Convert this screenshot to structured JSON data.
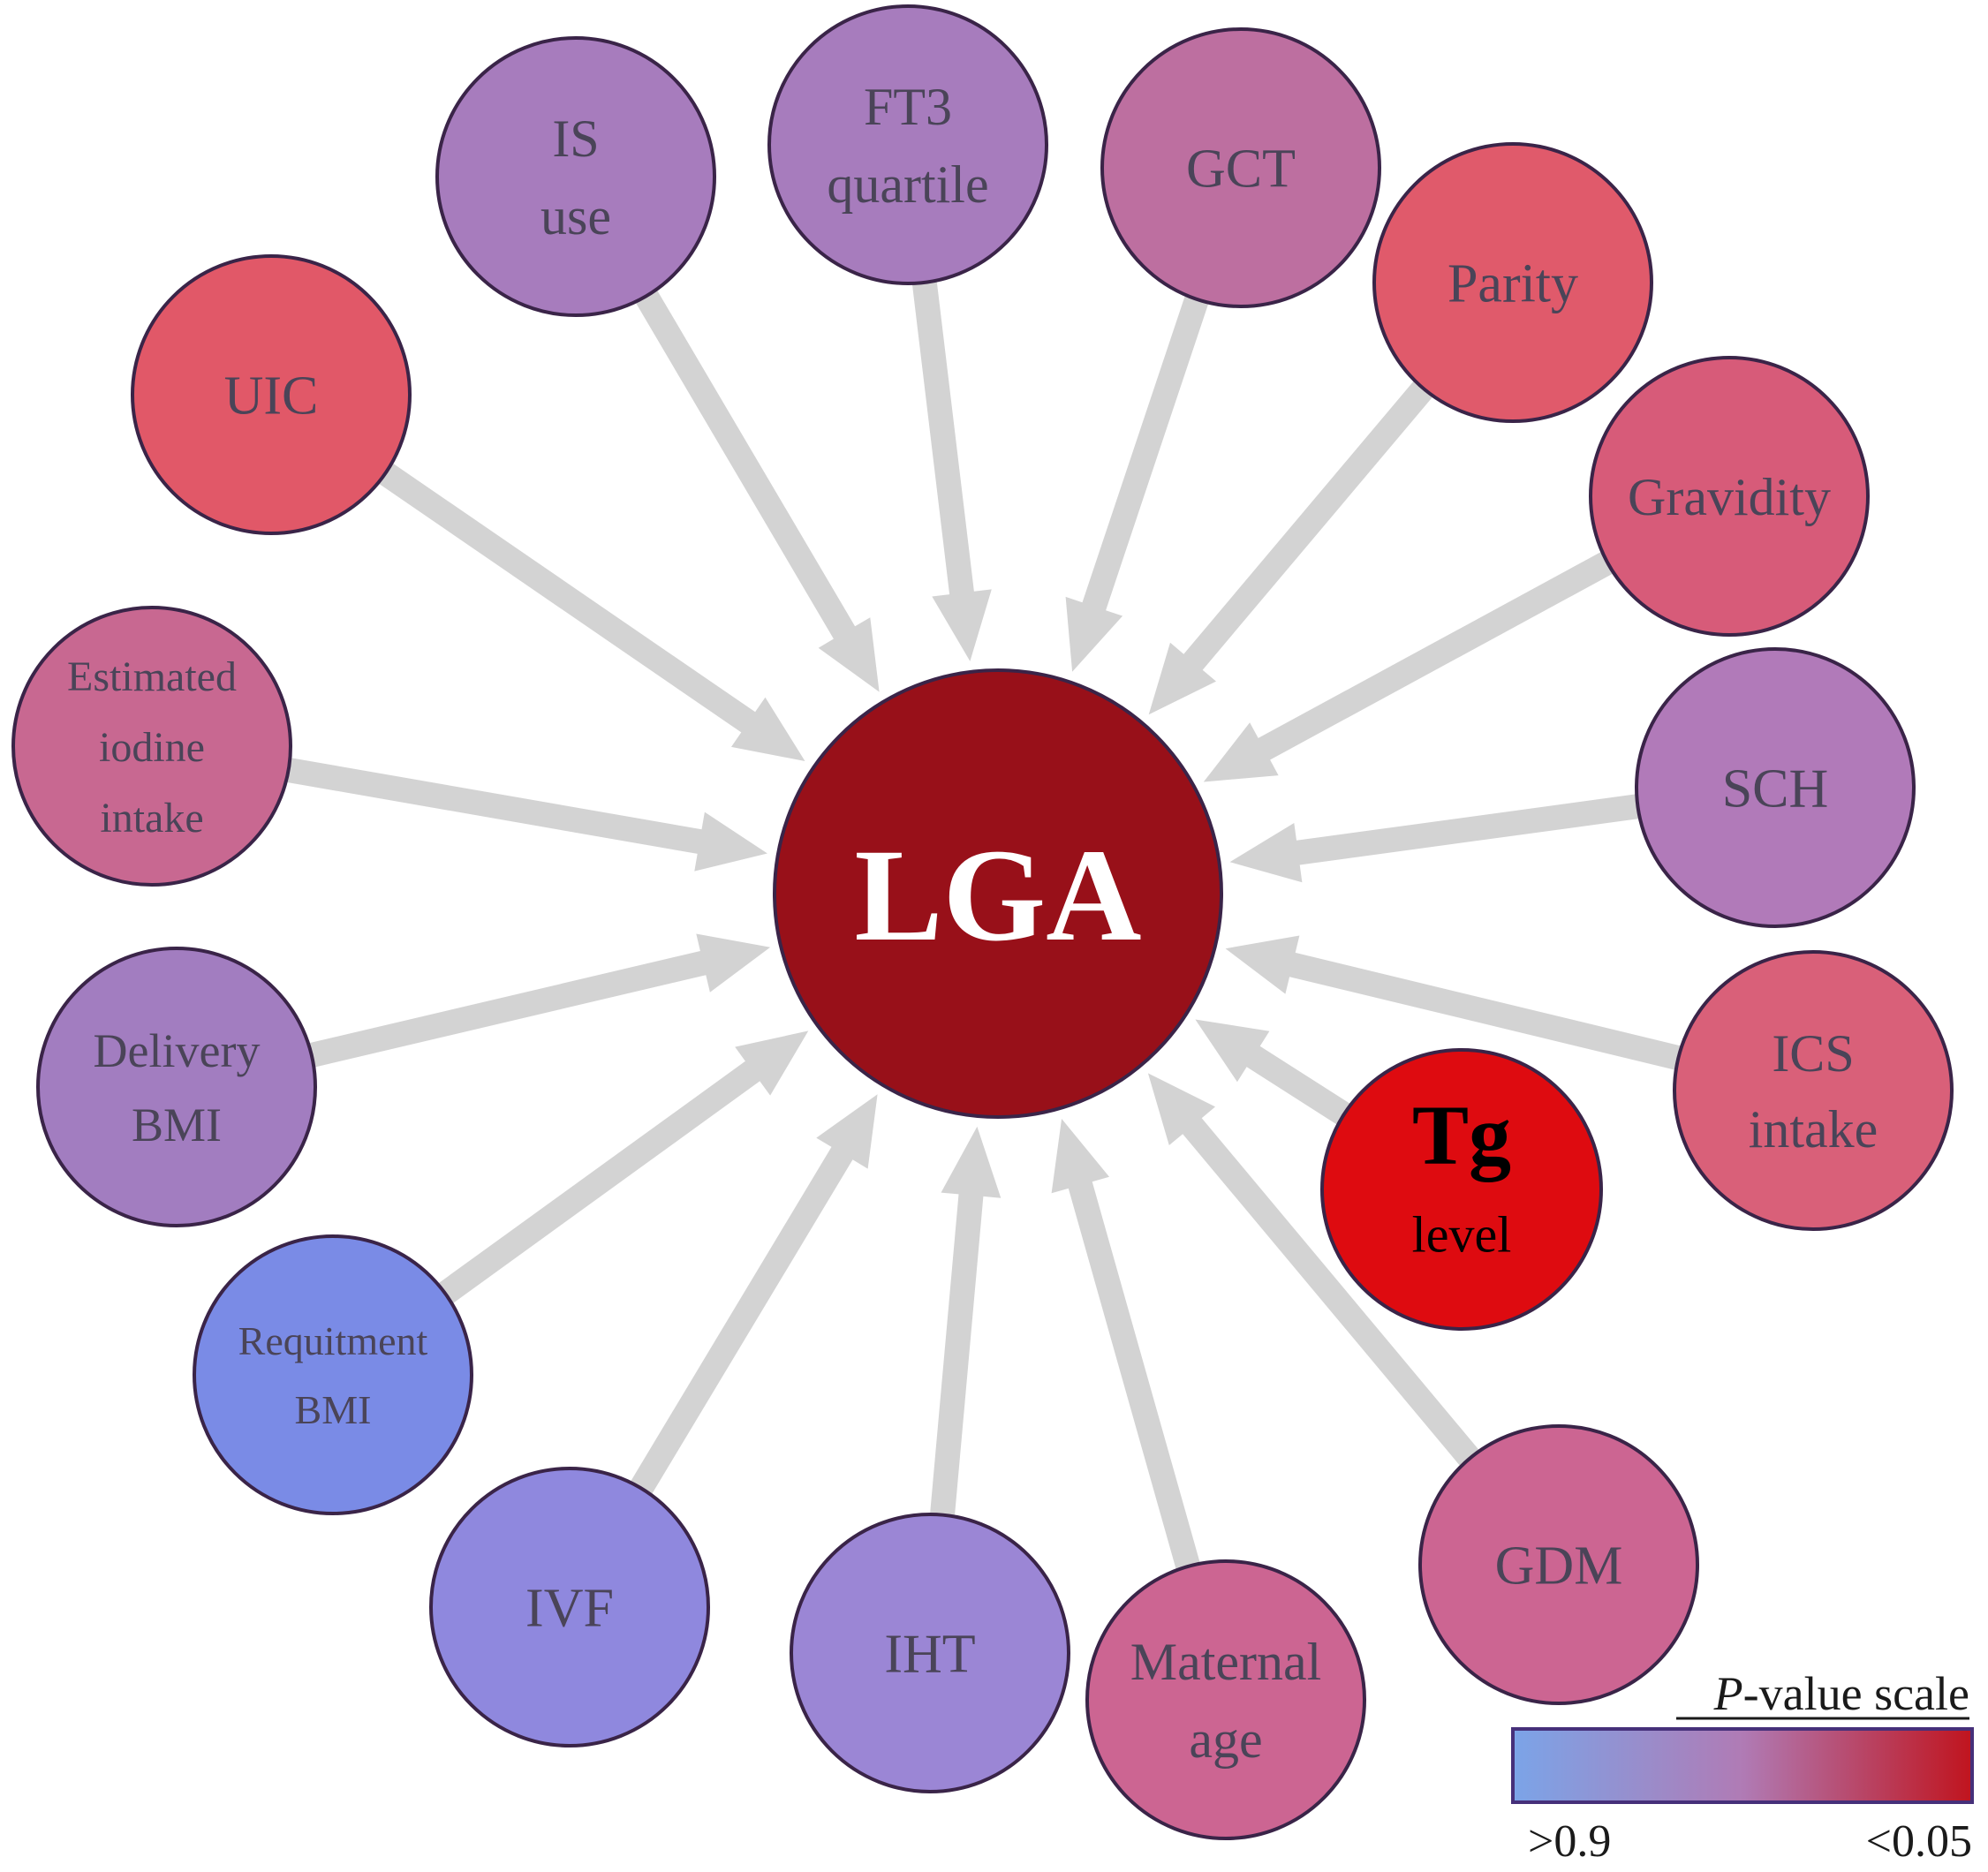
{
  "diagram": {
    "center": {
      "label": "LGA",
      "color": "#981019"
    },
    "nodes": [
      {
        "id": "is-use",
        "lines": [
          "IS",
          "use"
        ],
        "color": "#a77cbd"
      },
      {
        "id": "ft3-quartile",
        "lines": [
          "FT3",
          "quartile"
        ],
        "color": "#a77cbd"
      },
      {
        "id": "gct",
        "lines": [
          "GCT"
        ],
        "color": "#bd6fa0"
      },
      {
        "id": "parity",
        "lines": [
          "Parity"
        ],
        "color": "#e05a6b"
      },
      {
        "id": "gravidity",
        "lines": [
          "Gravidity"
        ],
        "color": "#d75b79"
      },
      {
        "id": "sch",
        "lines": [
          "SCH"
        ],
        "color": "#b17ab9"
      },
      {
        "id": "ics-intake",
        "lines": [
          "ICS",
          "intake"
        ],
        "color": "#d96079"
      },
      {
        "id": "tg-level",
        "lines": [
          "Tg",
          "level"
        ],
        "color": "#de0b10",
        "highlight": true
      },
      {
        "id": "gdm",
        "lines": [
          "GDM"
        ],
        "color": "#cc6592"
      },
      {
        "id": "maternal-age",
        "lines": [
          "Maternal",
          "age"
        ],
        "color": "#cc6592"
      },
      {
        "id": "iht",
        "lines": [
          "IHT"
        ],
        "color": "#9b86d5"
      },
      {
        "id": "ivf",
        "lines": [
          "IVF"
        ],
        "color": "#8f88de"
      },
      {
        "id": "requitment-bmi",
        "lines": [
          "Requitment",
          "BMI"
        ],
        "color": "#7a8be6"
      },
      {
        "id": "delivery-bmi",
        "lines": [
          "Delivery",
          "BMI"
        ],
        "color": "#a27dc0"
      },
      {
        "id": "estimated-iodine-intake",
        "lines": [
          "Estimated",
          "iodine",
          "intake"
        ],
        "color": "#c86891"
      },
      {
        "id": "uic",
        "lines": [
          "UIC"
        ],
        "color": "#e15868"
      }
    ],
    "edge_color": "#d3d3d3",
    "node_stroke": "#3a2448"
  },
  "legend": {
    "title_italic": "P",
    "title_rest": "-value scale",
    "low_label": ">0.9",
    "high_label": "<0.05",
    "low_color": "#7ba4e8",
    "high_color": "#c0141e"
  }
}
